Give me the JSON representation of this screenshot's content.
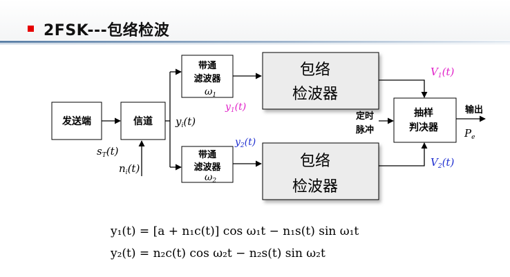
{
  "slide": {
    "title": "2FSK---包络检波"
  },
  "diagram": {
    "sender": "发送端",
    "channel": "信道",
    "bpf_top_line1": "带通",
    "bpf_top_line2": "滤波器",
    "bpf_top_omega": "ω",
    "bpf_top_omega_sub": "1",
    "bpf_bot_line1": "带通",
    "bpf_bot_line2": "滤波器",
    "bpf_bot_omega": "ω",
    "bpf_bot_omega_sub": "2",
    "env_top_line1": "包络",
    "env_top_line2": "检波器",
    "env_bot_line1": "包络",
    "env_bot_line2": "检波器",
    "decision_line1": "抽样",
    "decision_line2": "判决器",
    "timing_line1": "定时",
    "timing_line2": "脉冲",
    "output": "输出",
    "pe": "P",
    "pe_sub": "e",
    "sT": "s",
    "sT_sub": "T",
    "sT_arg": "(t)",
    "ni": "n",
    "ni_sub": "i",
    "ni_arg": "(t)",
    "yi": "y",
    "yi_sub": "i",
    "yi_arg": "(t)",
    "y1": "y",
    "y1_sub": "1",
    "y1_arg": "(t)",
    "y2": "y",
    "y2_sub": "2",
    "y2_arg": "(t)",
    "V1": "V",
    "V1_sub": "1",
    "V1_arg": "(t)",
    "V2": "V",
    "V2_sub": "2",
    "V2_arg": "(t)",
    "colors": {
      "y1": "#e020c8",
      "V1": "#e020c8",
      "y2": "#1f2fd0",
      "V2": "#1f2fd0",
      "title_marker": "#e60000"
    }
  },
  "equations": {
    "eq1": "y₁(t) = [a + n₁c(t)] cos ω₁t − n₁s(t) sin ω₁t",
    "eq2": "y₂(t) = n₂c(t) cos ω₂t − n₂s(t) sin ω₂t"
  }
}
